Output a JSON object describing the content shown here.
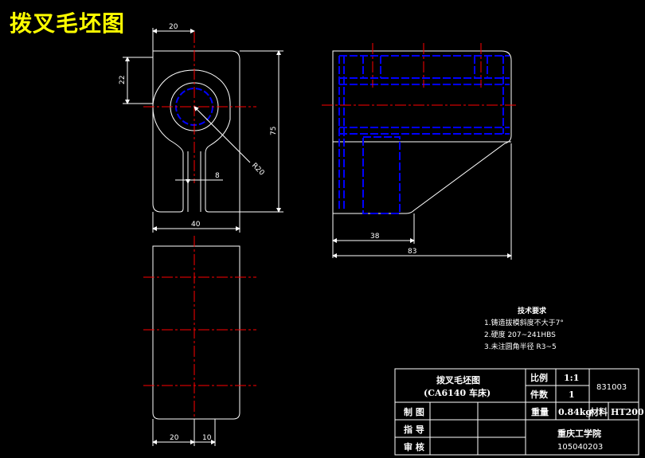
{
  "drawing_title": "拨叉毛坯图",
  "dimensions": {
    "d_20_top": "20",
    "d_22": "22",
    "d_75": "75",
    "d_r20": "R20",
    "d_8": "8",
    "d_40": "40",
    "d_38": "38",
    "d_83": "83",
    "d_20_bottom": "20",
    "d_10_bottom": "10"
  },
  "technical_requirements": {
    "heading": "技术要求",
    "items": [
      "1.铸造拔模斜度不大于7°",
      "2.硬度 207~241HBS",
      "3.未注圆角半径 R3~5"
    ]
  },
  "title_block": {
    "part_name": "拨叉毛坯图",
    "part_subtitle": "(CA6140  车床)",
    "scale_label": "比例",
    "scale_value": "1:1",
    "drawing_number": "831003",
    "quantity_label": "件数",
    "quantity_value": "1",
    "drawn_label": "制 图",
    "guide_label": "指 导",
    "review_label": "审 核",
    "weight_label": "重量",
    "weight_value": "0.84kg",
    "material_label": "材料",
    "material_value": "HT200",
    "school": "重庆工学院",
    "student_id": "105040203"
  },
  "colors": {
    "background": "#000000",
    "outline": "#ffffff",
    "centerline": "#ff0000",
    "hidden": "#0000ff",
    "title": "#ffff00"
  }
}
